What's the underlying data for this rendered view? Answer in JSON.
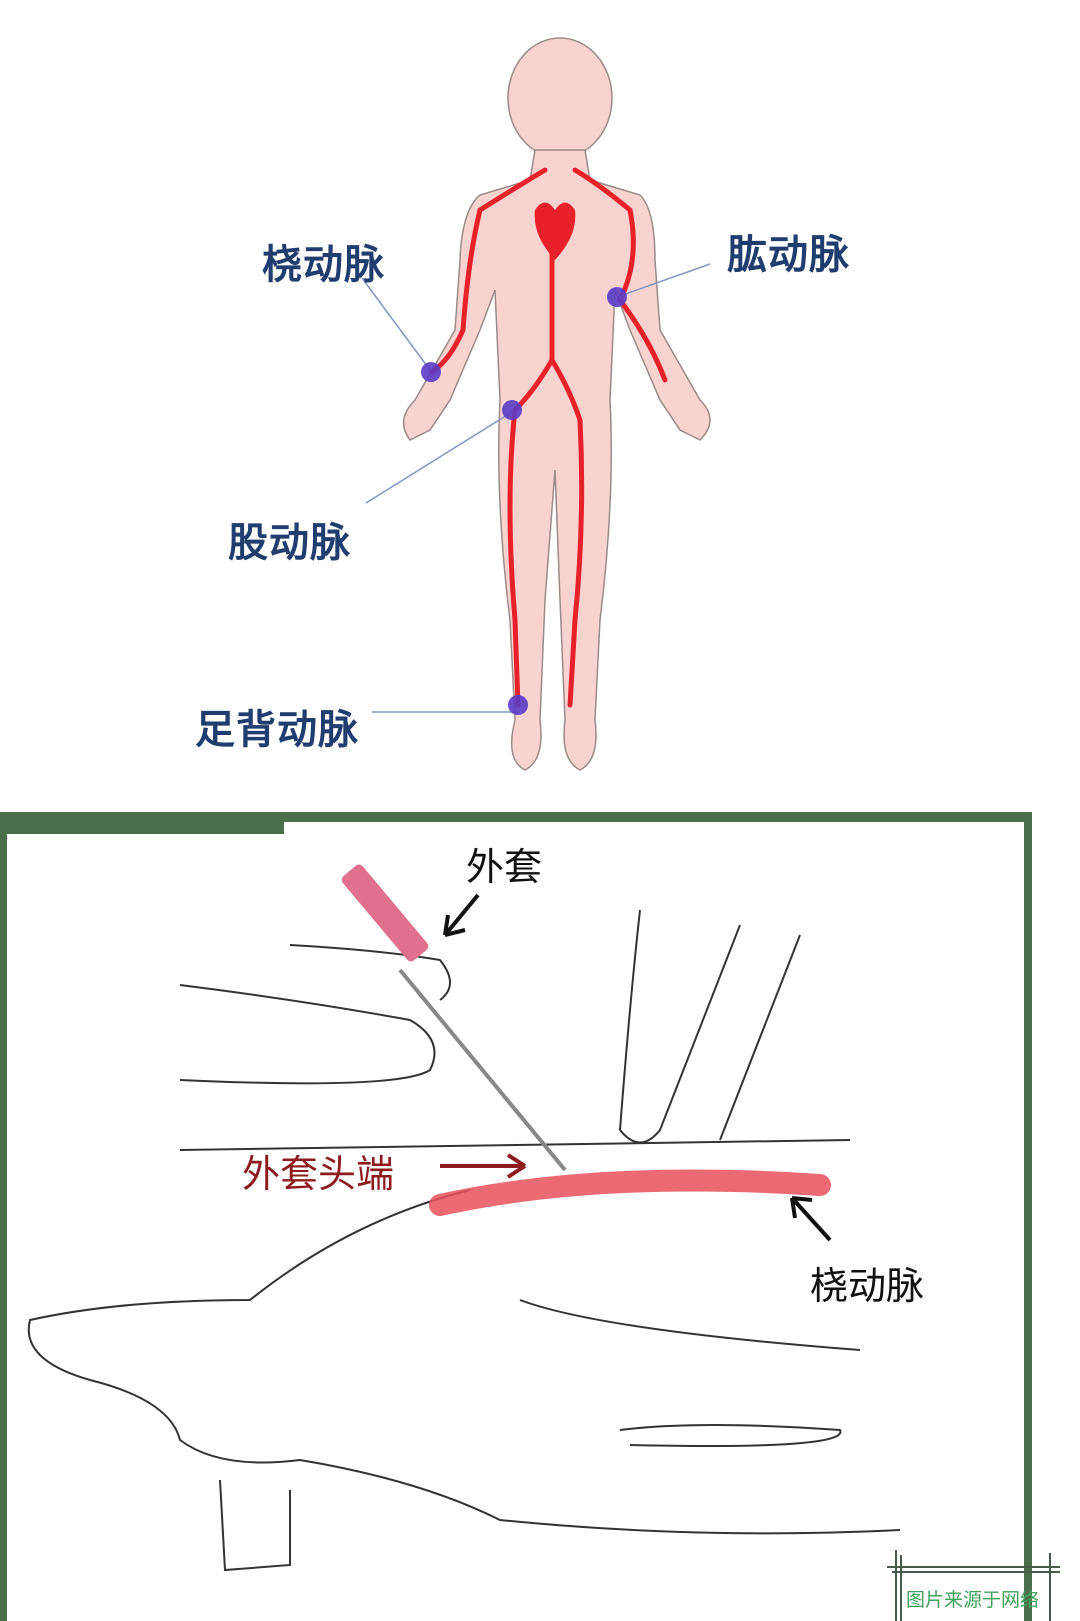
{
  "top_diagram": {
    "labels": {
      "radial": "桡动脉",
      "brachial": "肱动脉",
      "femoral": "股动脉",
      "dorsalis_pedis": "足背动脉"
    },
    "colors": {
      "label": "#1f3d6e",
      "artery": "#e8202a",
      "skin": "#f9d3cf",
      "marker": "#5b3bc4"
    }
  },
  "bottom_diagram": {
    "labels": {
      "sheath": "外套",
      "sheath_tip": "外套头端",
      "radial": "桡动脉"
    },
    "colors": {
      "frame": "#4a7049",
      "tip_label": "#8e1b1f",
      "artery": "#e8505a"
    }
  },
  "watermark": "图片来源于网络"
}
